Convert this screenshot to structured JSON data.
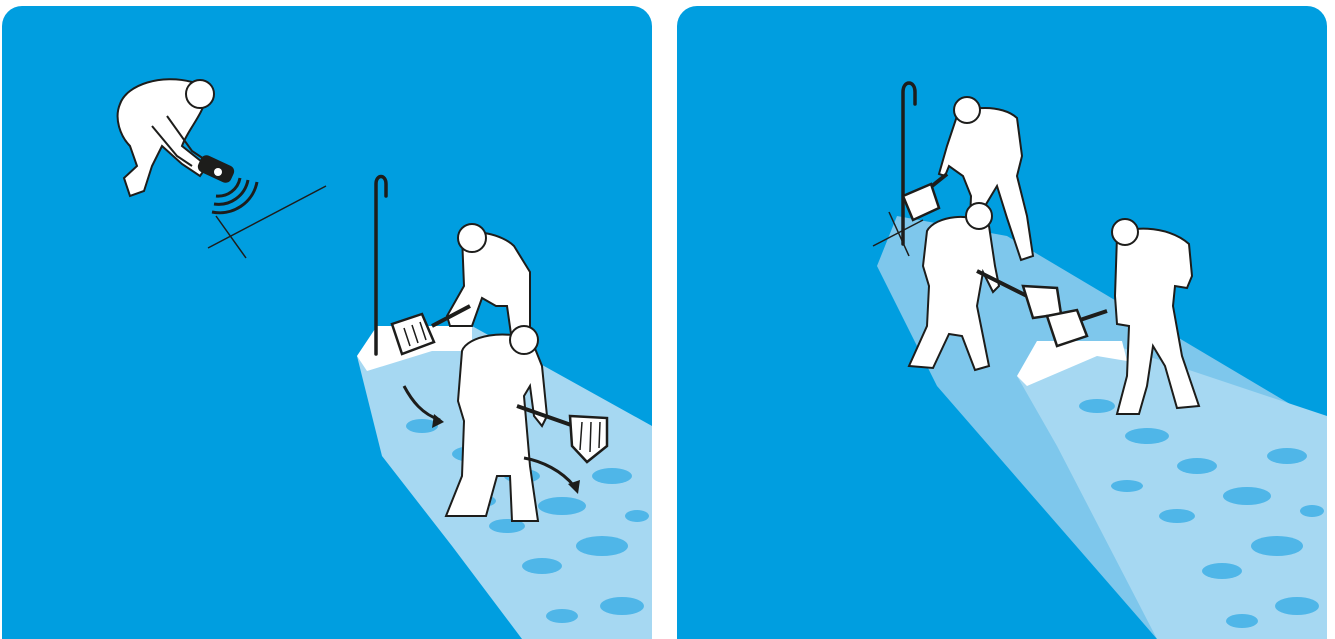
{
  "colors": {
    "background": "#009ee0",
    "trench_light": "#a6d8f2",
    "trench_mid": "#7ec7ec",
    "snow_block": "#4fb6e8",
    "figure": "#ffffff",
    "figure_outline": "#1d1d1b",
    "probe": "#1d1d1b"
  },
  "panels": [
    {
      "id": "left",
      "scene": "single-searcher-transceiver-and-two-shovelers-v-formation",
      "icons": [
        "transceiver-icon",
        "probe-icon",
        "shovel-icon",
        "arrow-icon"
      ]
    },
    {
      "id": "right",
      "scene": "three-shovelers-conveyor-formation",
      "icons": [
        "probe-icon",
        "shovel-icon"
      ]
    }
  ]
}
